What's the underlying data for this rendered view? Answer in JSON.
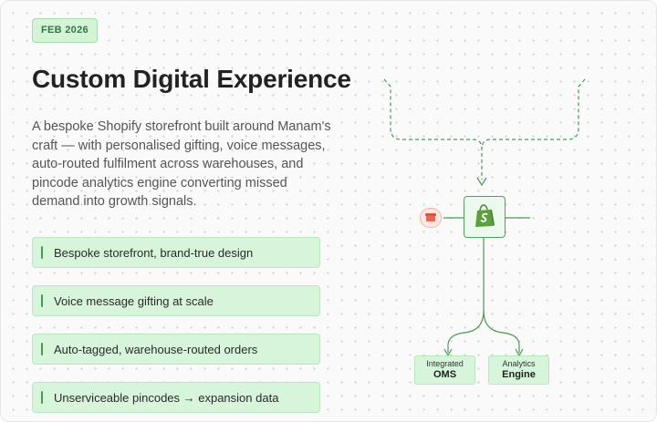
{
  "badge": "FEB 2026",
  "title": "Custom Digital Experience",
  "description": "A bespoke Shopify storefront built around Manam's craft — with personalised gifting, voice messages, auto-routed fulfilment across warehouses, and pincode analytics engine converting missed demand into growth signals.",
  "features": [
    "Bespoke storefront, brand-true design",
    "Voice message gifting at scale",
    "Auto-tagged, warehouse-routed orders",
    "Unserviceable pincodes → expansion data"
  ],
  "diagram": {
    "hub_icon": "shopify-bag-icon",
    "source_icon": "storefront-icon",
    "outputs": [
      {
        "line1": "Integrated",
        "line2": "OMS"
      },
      {
        "line1": "Analytics",
        "line2": "Engine"
      }
    ]
  },
  "colors": {
    "accent": "#4a9a57",
    "badge_bg": "#d4f3d7",
    "feature_bg": "#d6f5da",
    "store_badge": "#e8675a"
  }
}
